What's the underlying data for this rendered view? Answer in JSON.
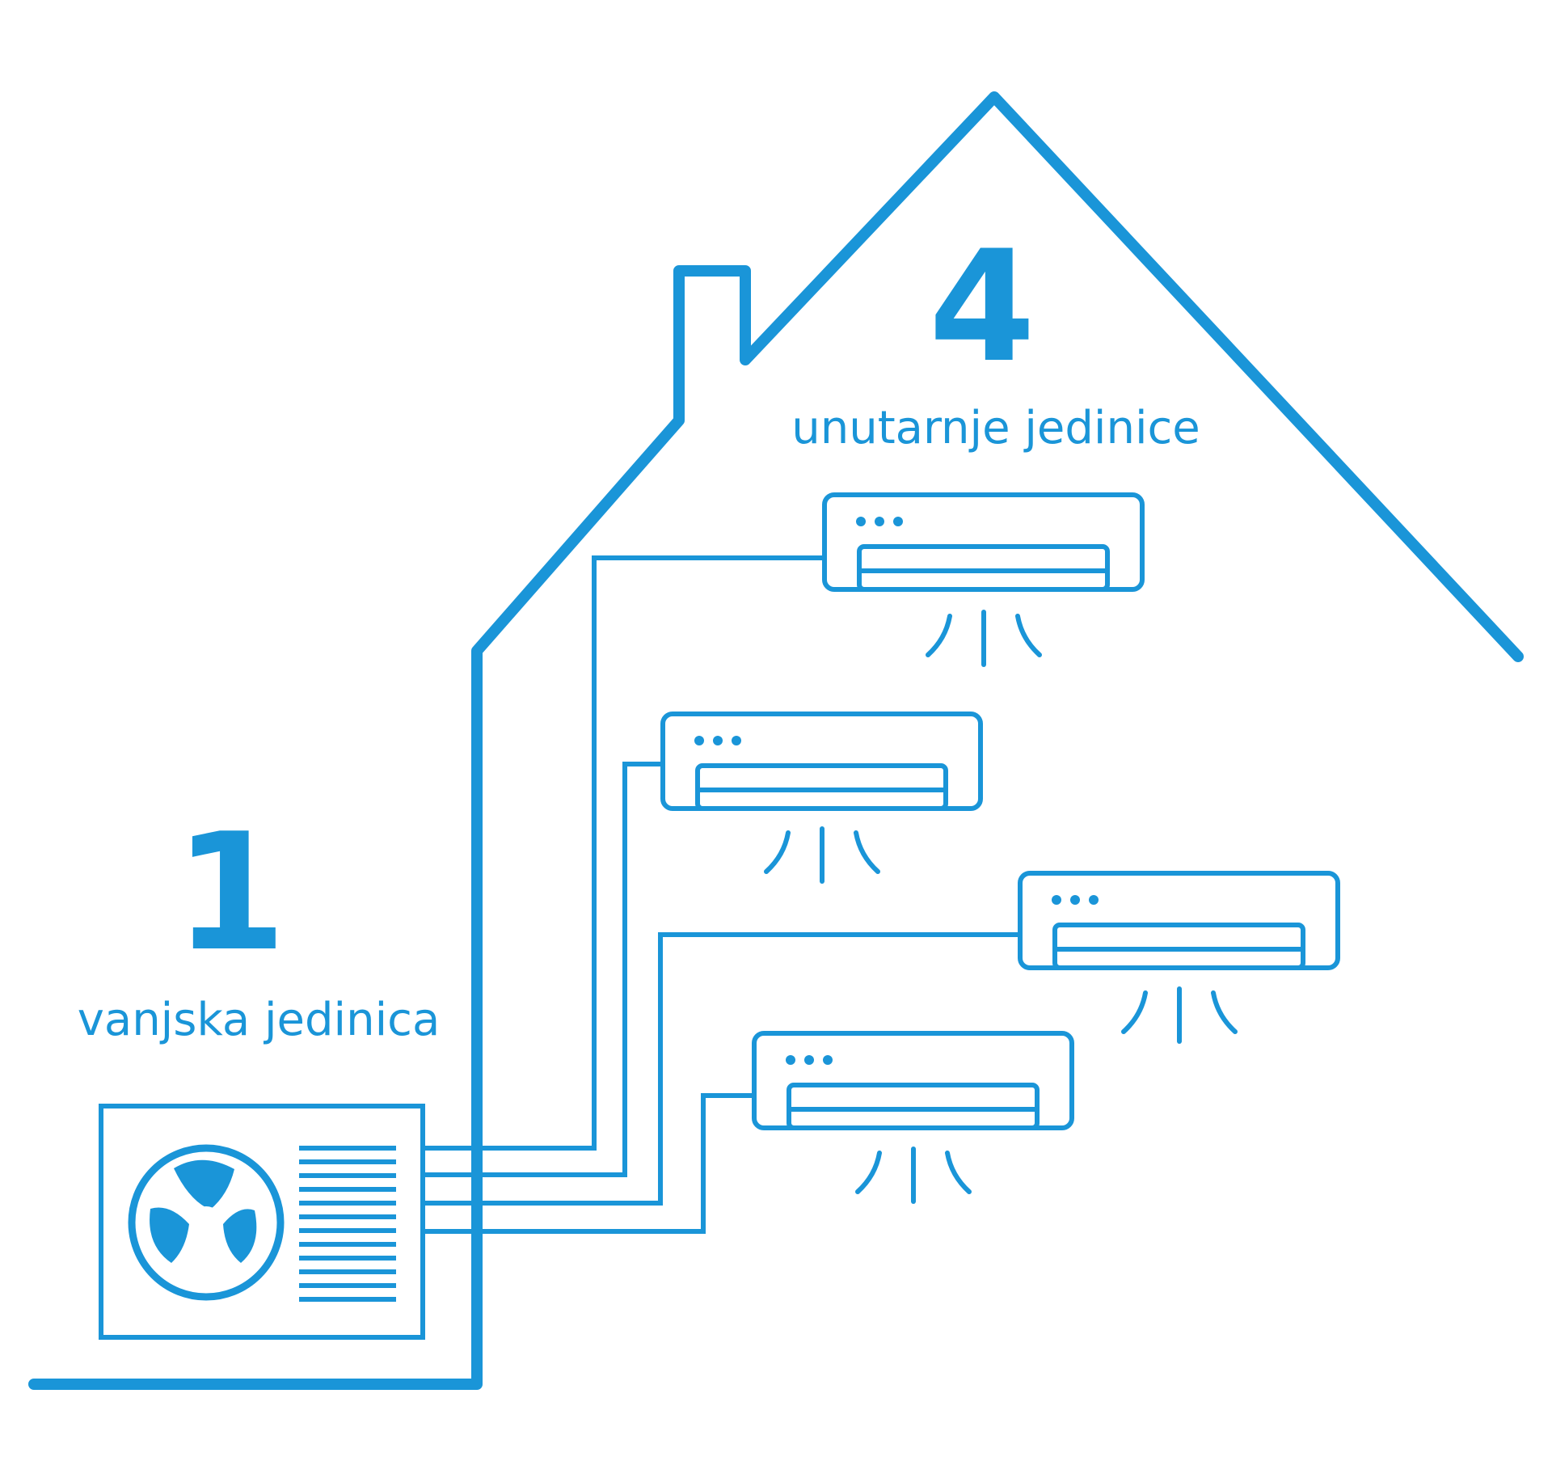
{
  "diagram": {
    "outdoor": {
      "count": "1",
      "label": "vanjska jedinica",
      "icon": "fan-icon"
    },
    "indoor": {
      "count": "4",
      "label": "unutarnje jedinice",
      "icon": "air-conditioner-icon",
      "units": 4
    },
    "colors": {
      "accent": "#1a95d8",
      "background": "#ffffff"
    }
  }
}
